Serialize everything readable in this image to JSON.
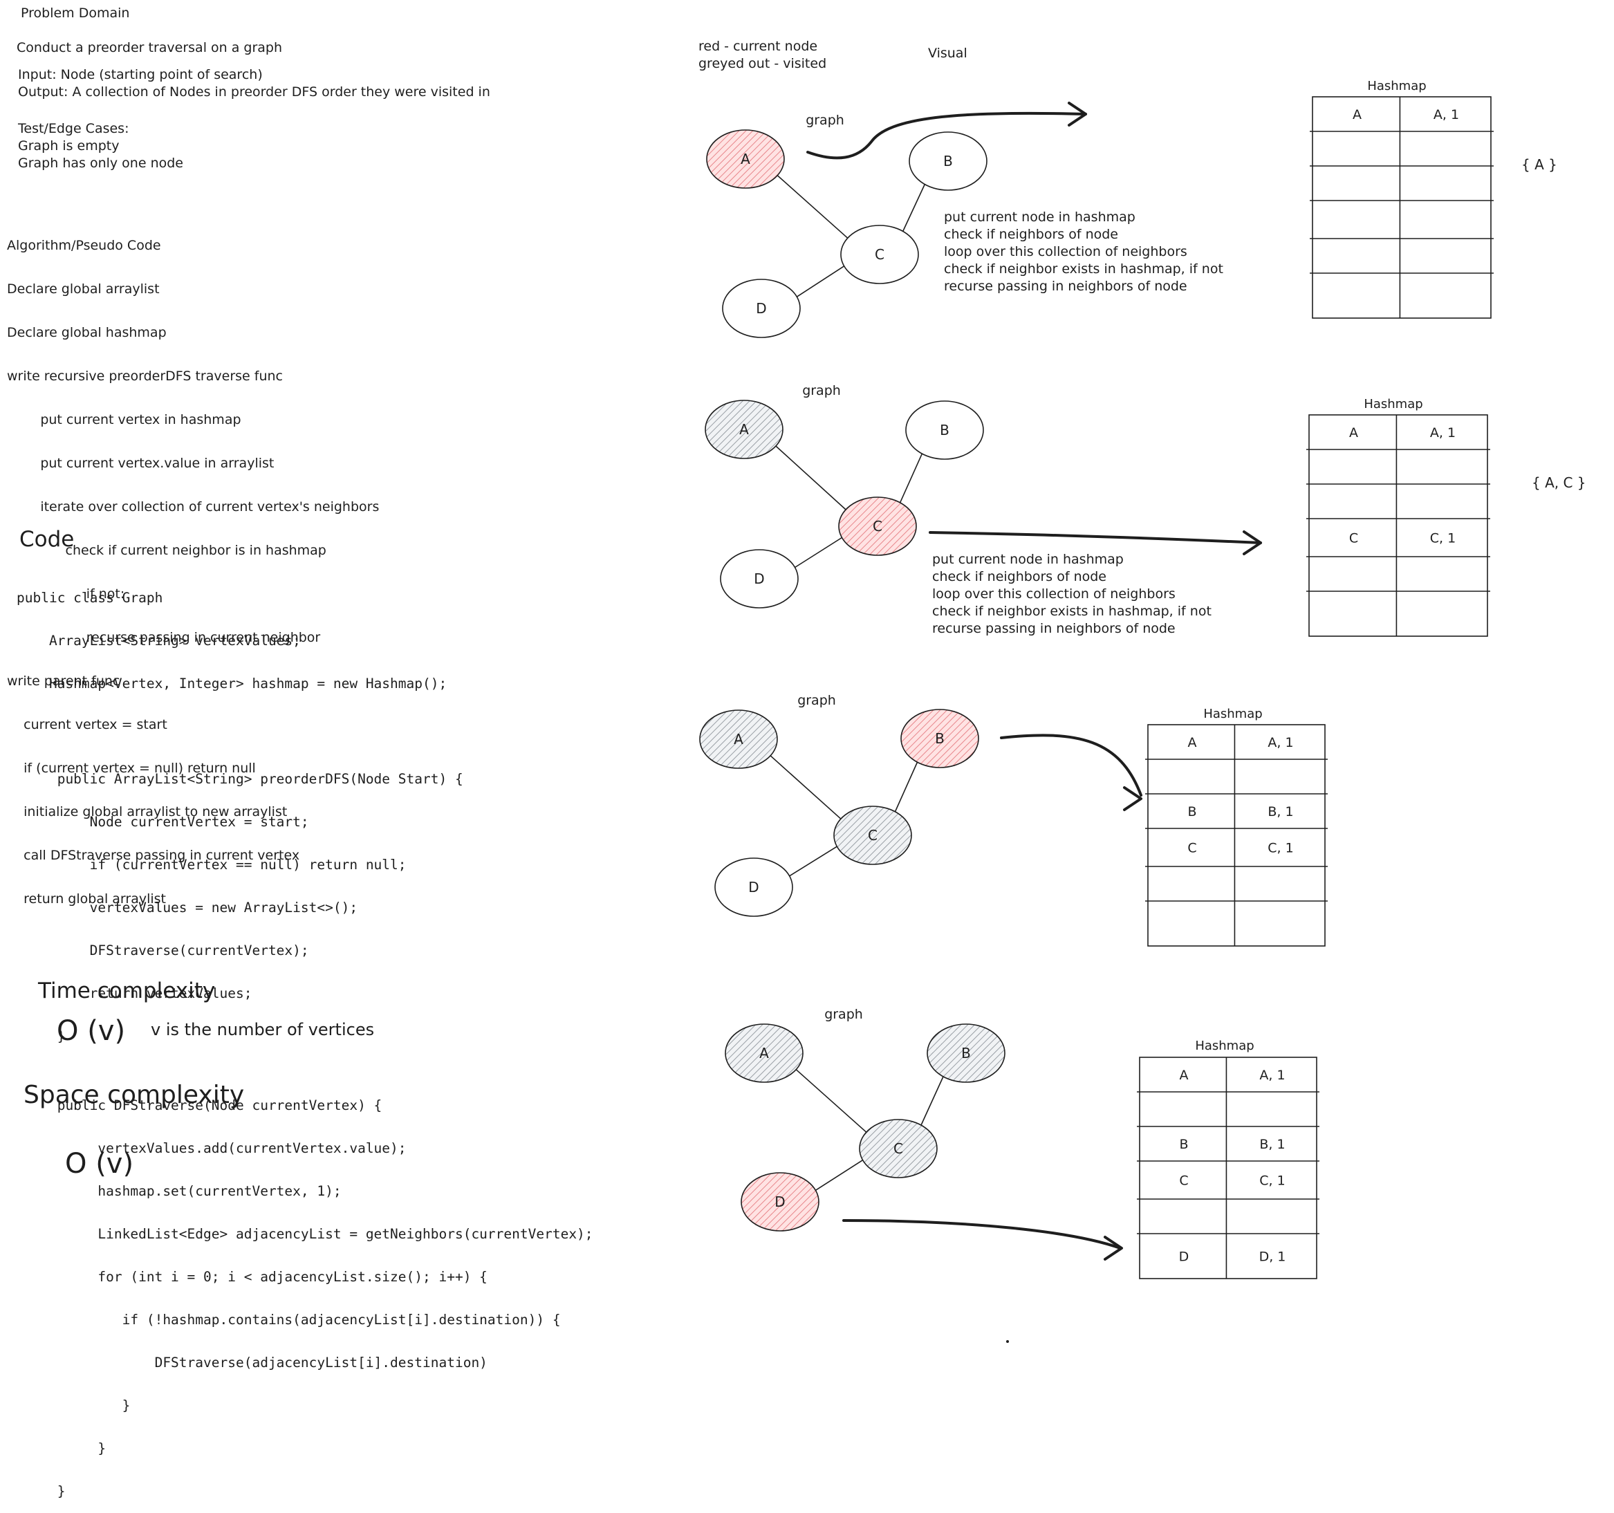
{
  "problem": {
    "title": "Problem Domain",
    "statement": "Conduct a preorder traversal on a graph",
    "input": "Input: Node (starting point of search)",
    "output": "Output: A collection of Nodes in preorder DFS order they were visited in",
    "test_heading": "Test/Edge Cases:",
    "test_cases": [
      "Graph is empty",
      "Graph has only one node"
    ]
  },
  "algorithm": {
    "lines": [
      "Algorithm/Pseudo Code",
      "Declare global arraylist",
      "Declare global hashmap",
      "write recursive preorderDFS traverse func",
      "        put current vertex in hashmap",
      "        put current vertex.value in arraylist",
      "        iterate over collection of current vertex's neighbors",
      "              check if current neighbor is in hashmap",
      "                   if not:",
      "                   recurse passing in current neighbor",
      "write parent func",
      "    current vertex = start",
      "    if (current vertex = null) return null",
      "    initialize global arraylist to new arraylist",
      "    call DFStraverse passing in current vertex",
      "    return global arraylist"
    ]
  },
  "code": {
    "heading": "Code",
    "lines": [
      "public class Graph",
      "    ArrayList<String> vertexValues;",
      "    Hashmap<Vertex, Integer> hashmap = new Hashmap();",
      "",
      "",
      "     public ArrayList<String> preorderDFS(Node Start) {",
      "         Node currentVertex = start;",
      "         if (currentVertex == null) return null;",
      "         vertexValues = new ArrayList<>();",
      "         DFStraverse(currentVertex);",
      "         return vertexValues;",
      "     }",
      "",
      "     public DFStraverse(Node currentVertex) {",
      "          vertexValues.add(currentVertex.value);",
      "          hashmap.set(currentVertex, 1);",
      "          LinkedList<Edge> adjacencyList = getNeighbors(currentVertex);",
      "          for (int i = 0; i < adjacencyList.size(); i++) {",
      "             if (!hashmap.contains(adjacencyList[i].destination)) {",
      "                 DFStraverse(adjacencyList[i].destination)",
      "             }",
      "          }",
      "     }"
    ]
  },
  "complexity": {
    "time_heading": "Time complexity",
    "time_value": "O (v)",
    "time_note": "v is the number of vertices",
    "space_heading": "Space complexity",
    "space_value": "O (v)"
  },
  "legend": {
    "red": "red - current node",
    "grey": "greyed out - visited",
    "visual": "Visual"
  },
  "colors": {
    "current": "#ffc9c9",
    "current_stroke": "#e03131",
    "visited": "#e9ecef",
    "visited_stroke": "#868e96",
    "ink": "#1e1e1e"
  },
  "steps": [
    {
      "graph_label": "graph",
      "hashmap_title": "Hashmap",
      "nodes": [
        {
          "label": "A",
          "state": "current"
        },
        {
          "label": "B",
          "state": "unvisited"
        },
        {
          "label": "C",
          "state": "unvisited"
        },
        {
          "label": "D",
          "state": "unvisited"
        }
      ],
      "rows": [
        [
          "A",
          "A, 1"
        ],
        [
          "",
          ""
        ],
        [
          "",
          ""
        ],
        [
          "",
          ""
        ],
        [
          "",
          ""
        ],
        [
          "",
          ""
        ]
      ],
      "output_set": "{ A        }",
      "notes": [
        "put current node in hashmap",
        "check if neighbors of node",
        "      loop over this collection of neighbors",
        "            check if neighbor exists in hashmap, if not",
        "                  recurse passing in neighbors of node"
      ]
    },
    {
      "graph_label": "graph",
      "hashmap_title": "Hashmap",
      "nodes": [
        {
          "label": "A",
          "state": "visited"
        },
        {
          "label": "B",
          "state": "unvisited"
        },
        {
          "label": "C",
          "state": "current"
        },
        {
          "label": "D",
          "state": "unvisited"
        }
      ],
      "rows": [
        [
          "A",
          "A, 1"
        ],
        [
          "",
          ""
        ],
        [
          "",
          ""
        ],
        [
          "C",
          "C, 1"
        ],
        [
          "",
          ""
        ],
        [
          "",
          ""
        ]
      ],
      "output_set": "{ A, C      }",
      "notes": [
        "put current node in hashmap",
        "check if neighbors of node",
        "      loop over this collection of neighbors",
        "            check if neighbor exists in hashmap, if not",
        "                  recurse passing in neighbors of node"
      ]
    },
    {
      "graph_label": "graph",
      "hashmap_title": "Hashmap",
      "nodes": [
        {
          "label": "A",
          "state": "visited"
        },
        {
          "label": "B",
          "state": "current"
        },
        {
          "label": "C",
          "state": "visited"
        },
        {
          "label": "D",
          "state": "unvisited"
        }
      ],
      "rows": [
        [
          "A",
          "A, 1"
        ],
        [
          "",
          ""
        ],
        [
          "B",
          "B, 1"
        ],
        [
          "C",
          "C, 1"
        ],
        [
          "",
          ""
        ],
        [
          "",
          ""
        ]
      ],
      "output_set": "",
      "notes": []
    },
    {
      "graph_label": "graph",
      "hashmap_title": "Hashmap",
      "nodes": [
        {
          "label": "A",
          "state": "visited"
        },
        {
          "label": "B",
          "state": "visited"
        },
        {
          "label": "C",
          "state": "visited"
        },
        {
          "label": "D",
          "state": "current"
        }
      ],
      "rows": [
        [
          "A",
          "A, 1"
        ],
        [
          "",
          ""
        ],
        [
          "B",
          "B, 1"
        ],
        [
          "C",
          "C, 1"
        ],
        [
          "",
          ""
        ],
        [
          "D",
          "D, 1"
        ]
      ],
      "output_set": "",
      "notes": []
    }
  ]
}
